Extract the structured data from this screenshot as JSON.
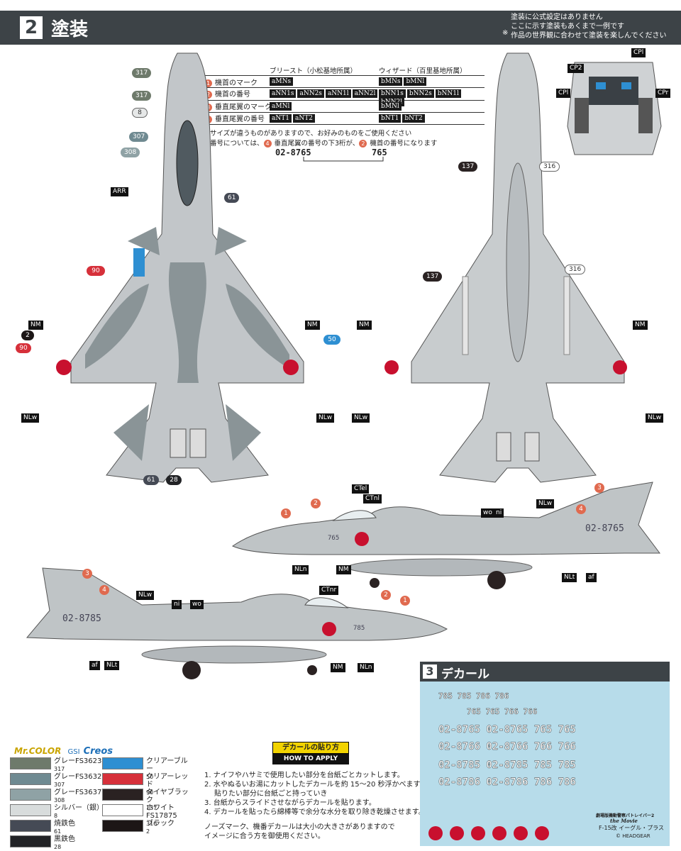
{
  "header": {
    "number": "2",
    "title": "塗装",
    "note_mark": "※",
    "notes": [
      "塗装に公式設定はありません",
      "ここに示す塗装もあくまで一例です",
      "作品の世界観に合わせて塗装を楽しんでください"
    ]
  },
  "marking_table": {
    "col1": "ブリースト（小松基地所属）",
    "col2": "ウィザード（百里基地所属）",
    "rows": [
      {
        "num": "1",
        "label": "機首のマーク",
        "a": [
          "aMNs"
        ],
        "b": [
          "bMNs",
          "bMNl"
        ]
      },
      {
        "num": "2",
        "label": "機首の番号",
        "a": [
          "aNN1s",
          "aNN2s",
          "aNN1l",
          "aNN2l"
        ],
        "b": [
          "bNN1s",
          "bNN2s",
          "bNN1l",
          "bNN2l"
        ]
      },
      {
        "num": "3",
        "label": "垂直尾翼のマーク",
        "a": [
          "aMNl"
        ],
        "b": [
          "bMNl"
        ]
      },
      {
        "num": "4",
        "label": "垂直尾翼の番号",
        "a": [
          "aNT1",
          "aNT2"
        ],
        "b": [
          "bNT1",
          "bNT2"
        ]
      }
    ],
    "note1": "※サイズが違うものがありますので、お好みのものをご使用ください",
    "note2_pre": "※番号については、",
    "note2_n4": "4",
    "note2_mid": "垂直尾翼の番号の下3桁が、",
    "note2_n2": "2",
    "note2_post": "機首の番号になります",
    "example_full": "02-8765",
    "example_short": "765"
  },
  "callouts_top": {
    "c317a": "317",
    "c317b": "317",
    "c8": "8",
    "c307": "307",
    "c308": "308",
    "c61a": "61",
    "c90a": "90",
    "c2": "2",
    "c90b": "90",
    "c50": "50",
    "c61b": "61",
    "c28": "28",
    "arr": "ARR",
    "nm_l": "NM",
    "nm_r": "NM",
    "nlw_l": "NLw",
    "nlw_r": "NLw",
    "c137a": "137",
    "c316a": "316",
    "c137b": "137",
    "c316b": "316",
    "nm_bl": "NM",
    "nm_br": "NM",
    "nlw_bl": "NLw",
    "nlw_br": "NLw"
  },
  "cockpit": {
    "cp1_top": "CPl",
    "cp2": "CP2",
    "cp1_left": "CPl",
    "cpr": "CPr"
  },
  "side_right": {
    "cte": "CTel",
    "ctnl": "CTnl",
    "n1": "1",
    "n2": "2",
    "n3": "3",
    "n4": "4",
    "wo": "wo",
    "ni": "ni",
    "nlw": "NLw",
    "nln": "NLn",
    "nm": "NM",
    "nlt": "NLt",
    "af": "af",
    "tail_no": "02-8765",
    "nose_no": "765"
  },
  "side_left": {
    "nlw": "NLw",
    "ni": "ni",
    "wo": "wo",
    "ctnr": "CTnr",
    "n1": "1",
    "n2": "2",
    "n3": "3",
    "n4": "4",
    "af": "af",
    "nlt": "NLt",
    "nm": "NM",
    "nln": "NLn",
    "tail_no": "02-8785",
    "nose_no": "785"
  },
  "colors": {
    "brand1": "Mr.COLOR",
    "brand2": "GSI",
    "brand3": "Creos",
    "items": [
      {
        "name": "グレーFS36231",
        "code": "317",
        "hex": "#6e7a6b"
      },
      {
        "name": "クリアーブルー",
        "code": "50",
        "hex": "#2e8fd2"
      },
      {
        "name": "グレーFS36320",
        "code": "307",
        "hex": "#6f8a91"
      },
      {
        "name": "クリアーレッド",
        "code": "90",
        "hex": "#d6303a"
      },
      {
        "name": "グレーFS36375",
        "code": "308",
        "hex": "#8fa2a5"
      },
      {
        "name": "タイヤブラック",
        "code": "137",
        "hex": "#2a2222"
      },
      {
        "name": "シルバー（銀）",
        "code": "8",
        "hex": "#d8dcdc"
      },
      {
        "name": "ホワイトFS17875",
        "code": "316",
        "hex": "#ffffff"
      },
      {
        "name": "焼鉄色",
        "code": "61",
        "hex": "#454a55"
      },
      {
        "name": "ブラック",
        "code": "2",
        "hex": "#1c1616"
      },
      {
        "name": "黒鉄色",
        "code": "28",
        "hex": "#222326"
      }
    ]
  },
  "howto": {
    "title": "デカールの貼り方",
    "subtitle": "HOW TO APPLY DECAL",
    "steps": [
      "1. ナイフやハサミで使用したい部分を台紙ごとカットします。",
      "2. 水やぬるいお湯にカットしたデカールを約 15〜20 秒浮かべます。",
      "貼りたい部分に台紙ごと持っていき",
      "3. 台紙からスライドさせながらデカールを貼ります。",
      "4. デカールを貼ったら綿棒等で余分な水分を取り除き乾燥させます。"
    ],
    "note1": "ノーズマーク、機番デカールは大小の大きさがありますので",
    "note2": "イメージに合う方を御使用ください。"
  },
  "decal": {
    "number": "3",
    "title": "デカール",
    "rows": [
      "785  785  786  786",
      "765  765  766  766",
      "02-8765 02-8765 765 765",
      "02-8766 02-8766 766 766",
      "02-8785 02-8785 785 785",
      "02-8786 02-8786 786 786"
    ],
    "product1": "劇場版機動警察パトレイバー2",
    "product2": "the Movie",
    "product3": "F-15改 イーグル・プラス",
    "copyright": "© HEADGEAR"
  }
}
